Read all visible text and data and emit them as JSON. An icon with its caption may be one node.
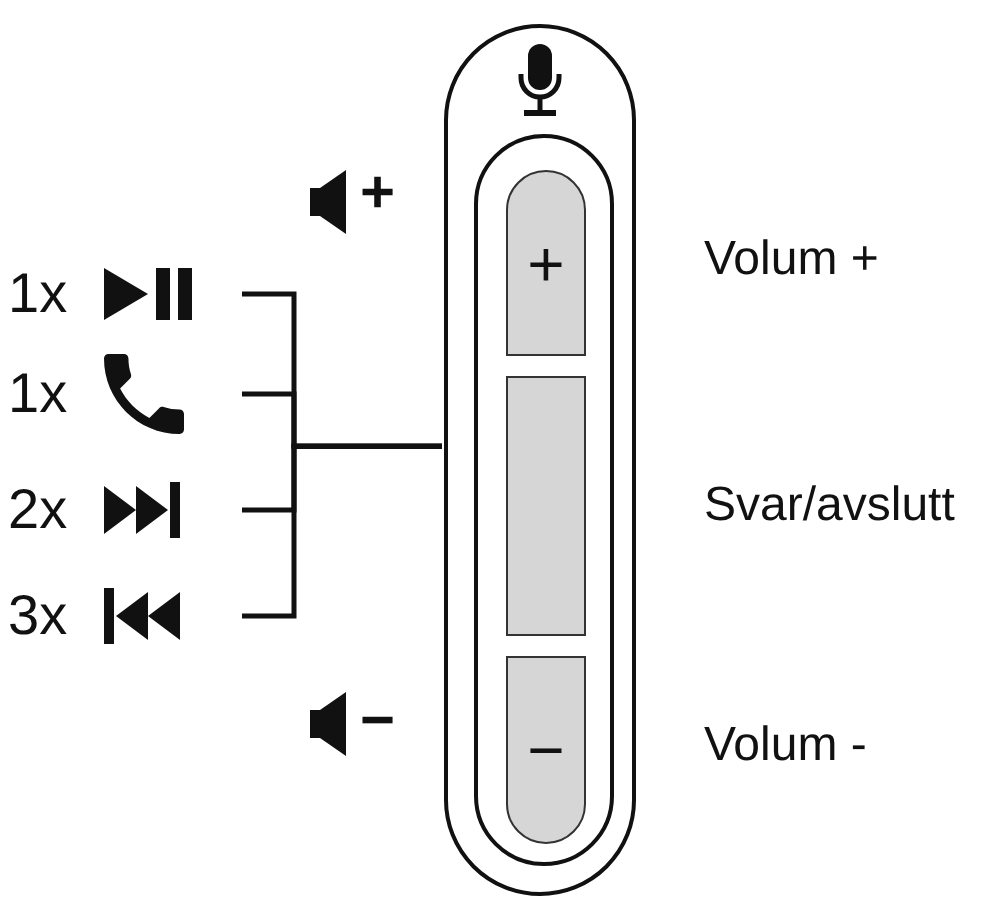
{
  "diagram": {
    "nodes": [
      {
        "text": [],
        "shape": "box"
      },
      {
        "text": [],
        "shape": "box",
        "in": 0
      },
      {
        "text": [
          "+"
        ],
        "in": 1
      },
      {
        "text": [],
        "shape": "box",
        "in": 1
      },
      {
        "text": [
          "−"
        ],
        "in": 1
      },
      {
        "text": [
          "1x"
        ]
      },
      {
        "text": [
          "1x"
        ]
      },
      {
        "text": [
          "2x"
        ]
      },
      {
        "text": [
          "3x"
        ]
      }
    ],
    "edges": [
      {
        "from": 3,
        "to": 5,
        "arrow": "none"
      },
      {
        "from": 3,
        "to": 6,
        "arrow": "none"
      },
      {
        "from": 3,
        "to": 7,
        "arrow": "none"
      },
      {
        "from": 3,
        "to": 8,
        "arrow": "none"
      }
    ],
    "labels": [
      "+",
      "Volum +",
      "Svar/avslutt",
      "−",
      "Volum -"
    ]
  }
}
